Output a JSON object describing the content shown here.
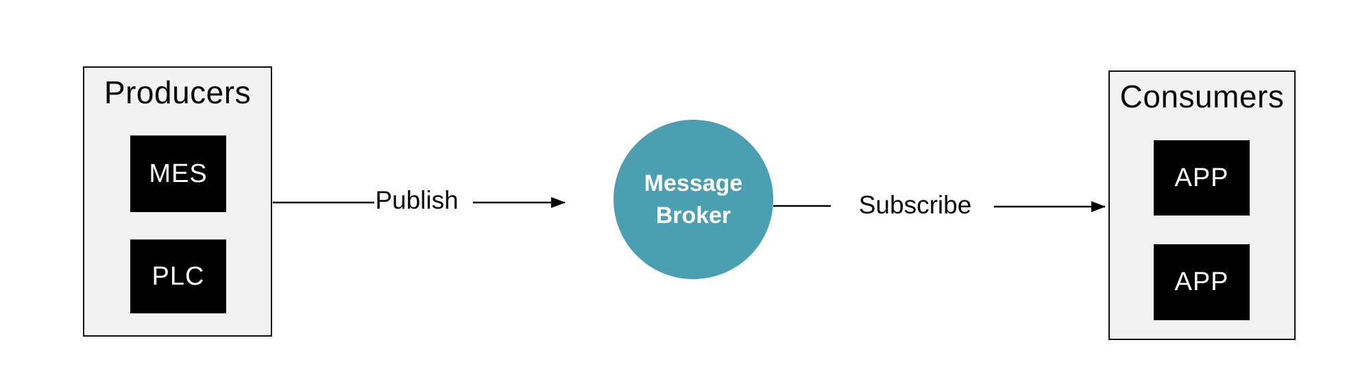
{
  "diagram": {
    "producers": {
      "title": "Producers",
      "nodes": [
        {
          "label": "MES"
        },
        {
          "label": "PLC"
        }
      ]
    },
    "broker": {
      "label_lines": [
        "Message",
        "Broker"
      ]
    },
    "consumers": {
      "title": "Consumers",
      "nodes": [
        {
          "label": "APP"
        },
        {
          "label": "APP"
        }
      ]
    },
    "edges": {
      "publish": {
        "label": "Publish"
      },
      "subscribe": {
        "label": "Subscribe"
      }
    },
    "colors": {
      "canvas_bg": "#FFFFFF",
      "group_fill": "#F2F2F2",
      "group_border": "#0D0D0D",
      "node_fill": "#000000",
      "node_text": "#FFFFFF",
      "broker_fill": "#4A9FB0",
      "broker_text": "#FFFFFF",
      "connector": "#000000",
      "label_text": "#0A0A0A"
    }
  }
}
